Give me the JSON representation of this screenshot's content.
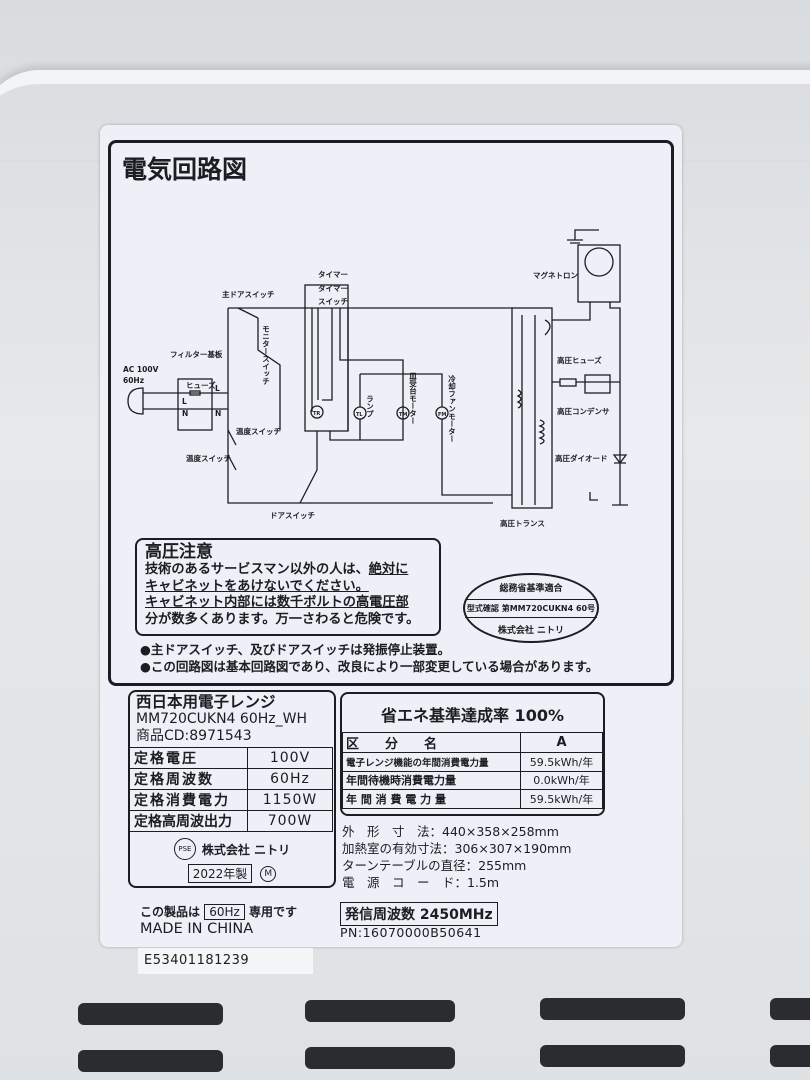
{
  "diagram": {
    "title": "電気回路図",
    "labels": {
      "ac": "AC 100V",
      "hz": "60Hz",
      "filter": "フィルター基板",
      "fuse": "ヒューズ",
      "main_door_switch": "主ドアスイッチ",
      "monitor_switch": "モニタースイッチ",
      "timer": "タイマー",
      "timer_switch_1": "タイマー",
      "timer_switch_2": "スイッチ",
      "lamp": "ランプ",
      "turntable_motor": "皿受台モーター",
      "fan_motor": "冷却ファンモーター",
      "thermo_switch_1": "温度スイッチ",
      "thermo_switch_2": "温度スイッチ",
      "door_switch": "ドアスイッチ",
      "hv_transformer": "高圧トランス",
      "magnetron": "マグネトロン",
      "hv_fuse": "高圧ヒューズ",
      "hv_capacitor": "高圧コンデンサ",
      "hv_diode": "高圧ダイオード",
      "L": "L",
      "N": "N",
      "TR": "TR",
      "TL": "TL",
      "TM": "TM",
      "FM": "FM"
    }
  },
  "warning": {
    "title": "高圧注意",
    "line1a": "技術のあるサービスマン以外の人は、",
    "line1b": "絶対に",
    "line2": "キャビネットをあけないでください。",
    "line3": "キャビネット内部には数千ボルトの高電圧部",
    "line4": "分が数多くあります。万一さわると危険です。"
  },
  "seal": {
    "line1": "総務省基準適合",
    "line2": "型式確認 第MM720CUKN4 60号",
    "line3": "株式会社 ニトリ"
  },
  "notes": [
    "●主ドアスイッチ、及びドアスイッチは発振停止装置。",
    "●この回路図は基本回路図であり、改良により一部変更している場合があります。"
  ],
  "product": {
    "name": "西日本用電子レンジ",
    "model": "MM720CUKN4 60Hz_WH",
    "code": "商品CD:8971543",
    "specs": [
      {
        "label": "定格電圧",
        "value": "100V"
      },
      {
        "label": "定格周波数",
        "value": "60Hz"
      },
      {
        "label": "定格消費電力",
        "value": "1150W"
      },
      {
        "label": "定格高周波出力",
        "value": "700W"
      }
    ],
    "pse": "PSE",
    "maker": "株式会社 ニトリ",
    "year": "2022年製",
    "mark": "M"
  },
  "energy": {
    "title": "省エネ基準達成率 100%",
    "rows": [
      {
        "label": "区　　分　　名",
        "value": "A"
      },
      {
        "label": "電子レンジ機能の年間消費電力量",
        "value": "59.5kWh/年"
      },
      {
        "label": "年間待機時消費電力量",
        "value": "0.0kWh/年"
      },
      {
        "label": "年 間 消 費 電 力 量",
        "value": "59.5kWh/年"
      }
    ]
  },
  "dimensions": [
    "外　形　寸　法：440×358×258mm",
    "加熱室の有効寸法：306×307×190mm",
    "ターンテーブルの直径：255mm",
    "電　源　コ　ー　ド：1.5m"
  ],
  "footer": {
    "only_prefix": "この製品は",
    "only_hz": "60Hz",
    "only_suffix": "専用です",
    "made_in": "MADE IN CHINA",
    "oscillation": "発信周波数 2450MHz",
    "pn": "PN:16070000B50641",
    "serial": "E53401181239"
  }
}
